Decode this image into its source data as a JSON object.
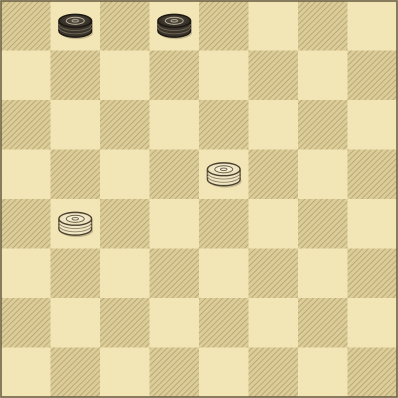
{
  "board": {
    "rows": 8,
    "cols": 8,
    "colors": {
      "light_square": "#f3e6b6",
      "dark_square": "#dccc98",
      "hatch_line": "#a9996a",
      "frame": "#6e6247"
    },
    "pieces": [
      {
        "row": 0,
        "col": 1,
        "color": "black"
      },
      {
        "row": 0,
        "col": 3,
        "color": "black"
      },
      {
        "row": 3,
        "col": 4,
        "color": "white"
      },
      {
        "row": 4,
        "col": 1,
        "color": "white"
      }
    ]
  }
}
